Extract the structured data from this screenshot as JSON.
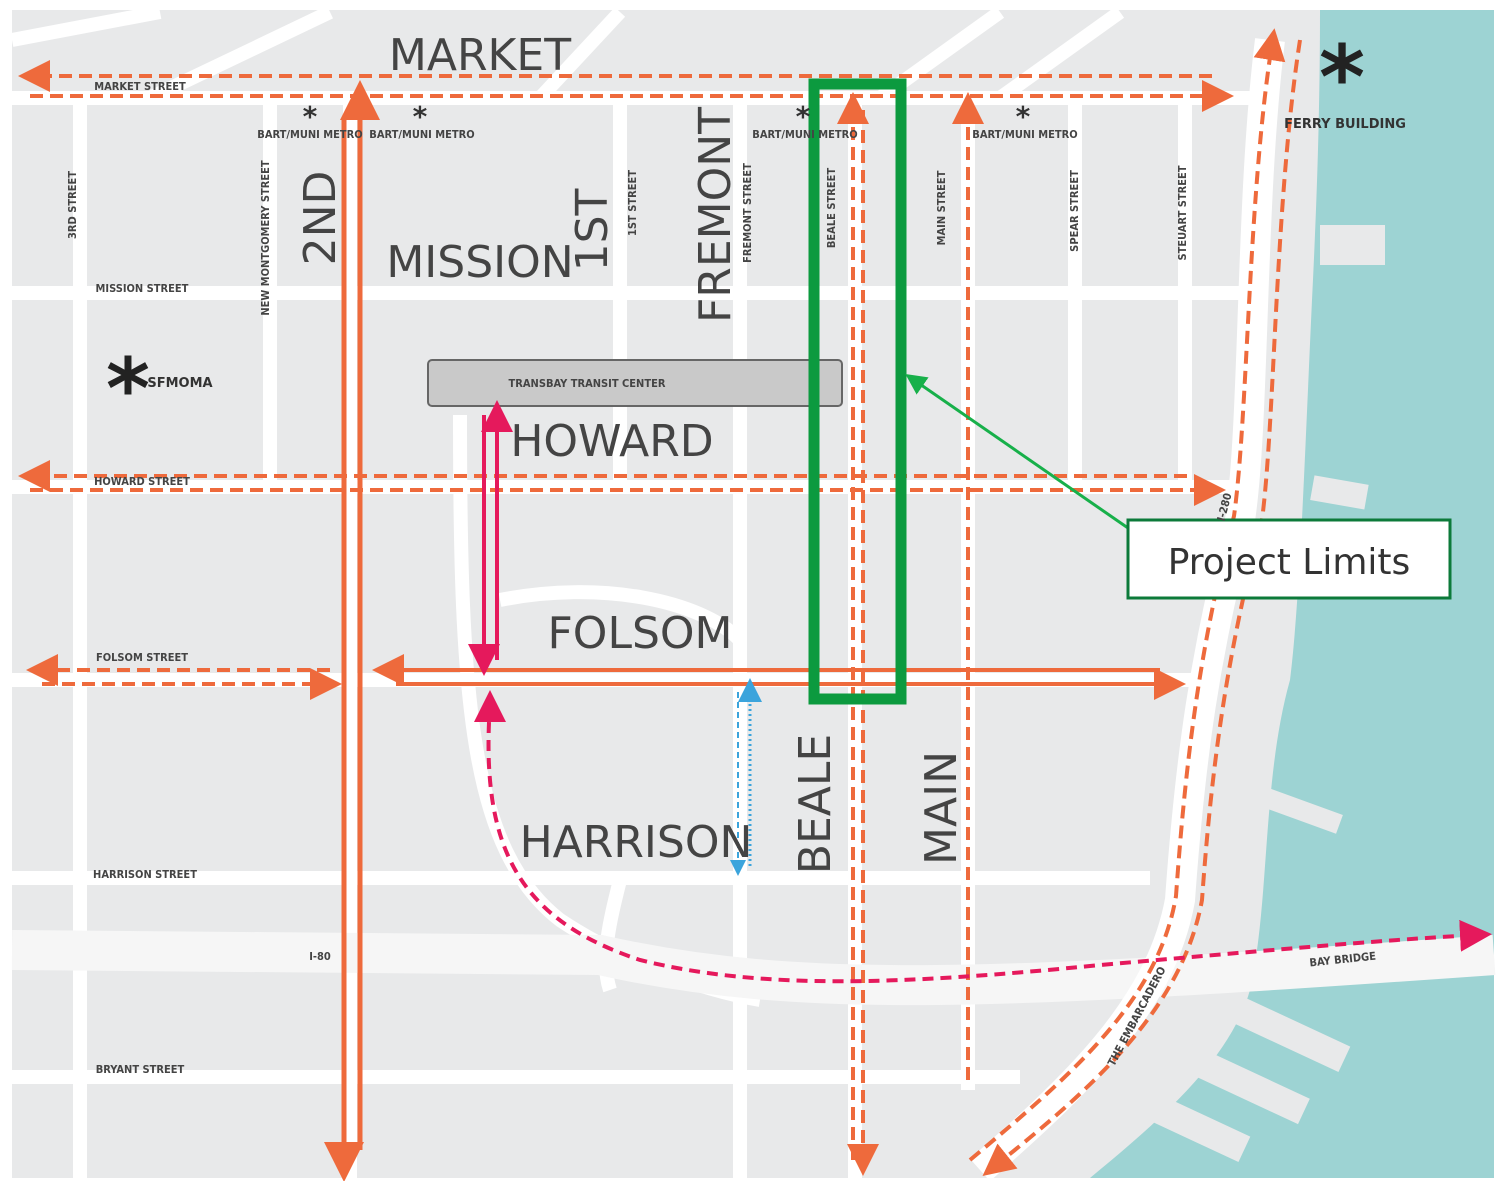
{
  "map": {
    "colors": {
      "water": "#9dd3d3",
      "land": "#e8e9ea",
      "route_orange": "#ee6a3c",
      "route_magenta": "#e5195c",
      "route_blue": "#3ba4dc",
      "project_green": "#0c9a3f"
    },
    "street_labels_large": {
      "market": "MARKET",
      "mission": "MISSION",
      "howard": "HOWARD",
      "folsom": "FOLSOM",
      "harrison": "HARRISON",
      "second": "2ND",
      "first": "1ST",
      "fremont": "FREMONT",
      "beale": "BEALE",
      "main": "MAIN"
    },
    "street_labels_small": {
      "market_street": "MARKET STREET",
      "mission_street": "MISSION STREET",
      "howard_street": "HOWARD STREET",
      "folsom_street": "FOLSOM STREET",
      "harrison_street": "HARRISON STREET",
      "bryant_street": "BRYANT STREET",
      "third_street": "3RD STREET",
      "new_montgomery_street": "NEW MONTGOMERY STREET",
      "first_street": "1ST STREET",
      "fremont_street": "FREMONT STREET",
      "beale_street": "BEALE STREET",
      "main_street": "MAIN STREET",
      "spear_street": "SPEAR STREET",
      "steuart_street": "STEUART STREET",
      "i80": "I-80",
      "bay_bridge": "BAY BRIDGE",
      "embarcadero": "THE EMBARCADERO",
      "i280": "I-280"
    },
    "landmarks": {
      "ferry_building": "FERRY BUILDING",
      "sfmoma": "SFMOMA",
      "transbay": "TRANSBAY TRANSIT CENTER",
      "metro_1": "BART/MUNI METRO",
      "metro_2": "BART/MUNI METRO",
      "metro_3": "BART/MUNI METRO",
      "metro_4": "BART/MUNI METRO"
    },
    "callout": "Project Limits"
  }
}
